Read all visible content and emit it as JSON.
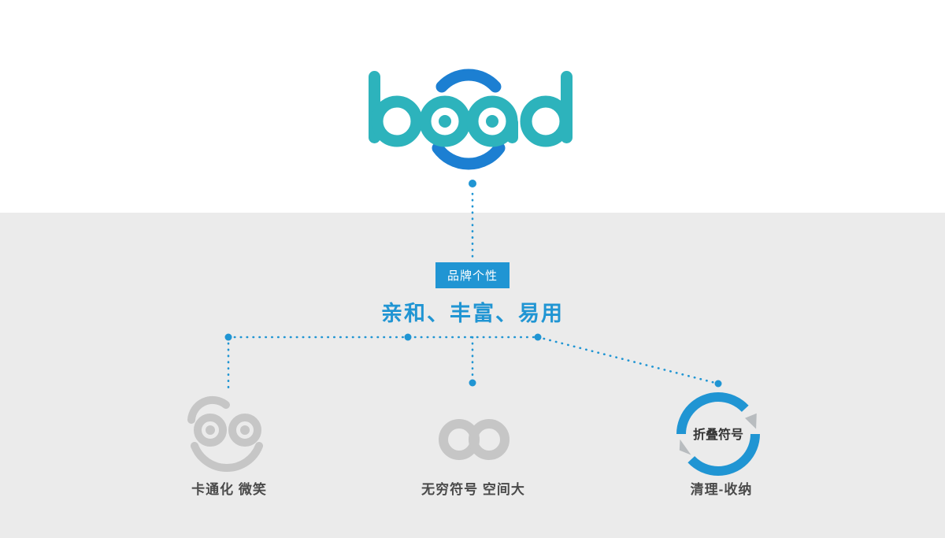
{
  "colors": {
    "teal": "#2db3bc",
    "blue_arc": "#1c7fd2",
    "accent": "#2095d3",
    "bg_gray": "#ebebeb",
    "gray_icon": "#c6c6c6",
    "arrow_gray": "#b8bcbf",
    "label_text": "#4a4a4a",
    "node_text": "#333333",
    "badge_text": "#ffffff"
  },
  "logo": {
    "text": "boad"
  },
  "tree": {
    "root_badge": "品牌个性",
    "heading": "亲和、丰富、易用",
    "children": [
      {
        "icon": "smiley-face-icon",
        "label": "卡通化 微笑"
      },
      {
        "icon": "infinity-icon",
        "label": "无穷符号 空间大"
      },
      {
        "icon": "circular-arrows-icon",
        "icon_text": "折叠符号",
        "label": "清理-收纳"
      }
    ]
  }
}
